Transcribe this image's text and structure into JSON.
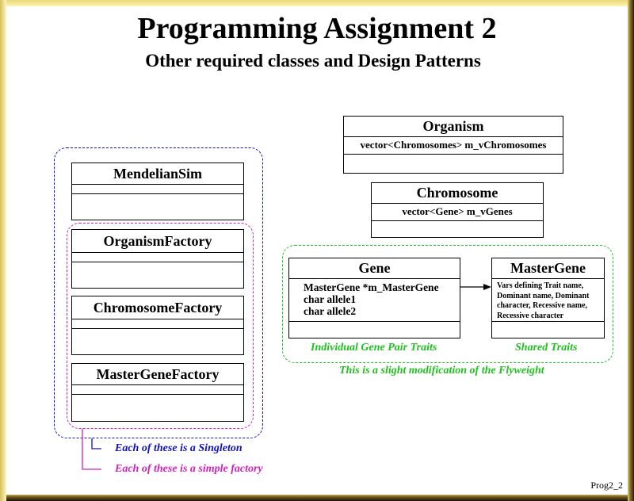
{
  "title": "Programming Assignment 2",
  "subtitle": "Other required classes and Design Patterns",
  "classes": {
    "organism": {
      "name": "Organism",
      "attributes": [
        "vector<Chromosomes> m_vChromosomes"
      ]
    },
    "chromosome": {
      "name": "Chromosome",
      "attributes": [
        "vector<Gene> m_vGenes"
      ]
    },
    "gene": {
      "name": "Gene",
      "attributes": [
        "MasterGene *m_MasterGene",
        "char allele1",
        "char allele2"
      ]
    },
    "mastergene": {
      "name": "MasterGene",
      "attributes": [
        "Vars defining Trait name,",
        "Dominant name, Dominant",
        "character, Recessive name,",
        "Recessive character"
      ]
    },
    "mendeliansim": {
      "name": "MendelianSim"
    },
    "organismfactory": {
      "name": "OrganismFactory"
    },
    "chromosomefactory": {
      "name": "ChromosomeFactory"
    },
    "mastergenefactory": {
      "name": "MasterGeneFactory"
    }
  },
  "labels": {
    "individual_traits": "Individual Gene Pair Traits",
    "shared_traits": "Shared Traits",
    "flyweight_note": "This is a slight modification of the Flyweight",
    "singleton_note": "Each of these is a Singleton",
    "factory_note": "Each of these is a simple factory"
  },
  "colors": {
    "singleton": "#1010c0",
    "factory": "#d020c0",
    "flyweight": "#20c020"
  },
  "page_label": "Prog2_2"
}
